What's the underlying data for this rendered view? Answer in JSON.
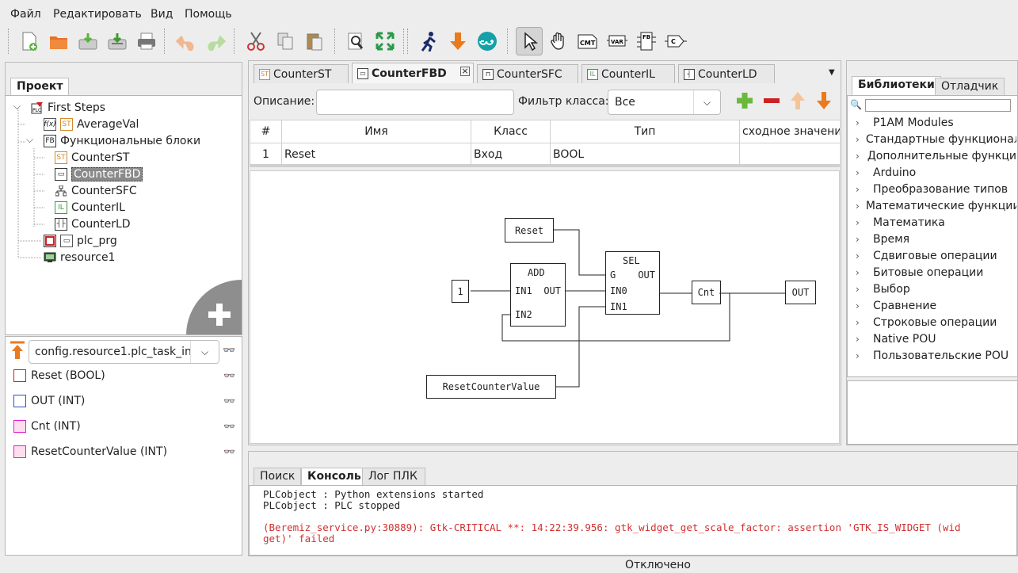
{
  "menu": [
    "Файл",
    "Редактировать",
    "Вид",
    "Помощь"
  ],
  "toolbar": {
    "icons": [
      "new-file-icon",
      "open-icon",
      "save-icon",
      "save-as-icon",
      "print-icon",
      "undo-icon",
      "redo-icon",
      "cut-icon",
      "copy-icon",
      "paste-icon",
      "search-icon",
      "fullscreen-icon",
      "run-icon",
      "download-icon",
      "arduino-icon",
      "pointer-icon",
      "hand-icon",
      "comment-icon",
      "variable-icon",
      "function-block-icon",
      "connection-icon"
    ]
  },
  "project": {
    "tab": "Проект",
    "tree": [
      {
        "label": "First Steps",
        "icon": "project-icon",
        "level": 0
      },
      {
        "label": "AverageVal",
        "icon": "function-icon",
        "level": 1
      },
      {
        "label": "Функциональные блоки",
        "icon": "fb-folder-icon",
        "level": 1
      },
      {
        "label": "CounterST",
        "icon": "st-icon",
        "level": 2
      },
      {
        "label": "CounterFBD",
        "icon": "fbd-icon",
        "level": 2,
        "selected": true
      },
      {
        "label": "CounterSFC",
        "icon": "sfc-icon",
        "level": 2
      },
      {
        "label": "CounterIL",
        "icon": "il-icon",
        "level": 2
      },
      {
        "label": "CounterLD",
        "icon": "ld-icon",
        "level": 2
      },
      {
        "label": "plc_prg",
        "icon": "program-icon",
        "level": 1
      },
      {
        "label": "resource1",
        "icon": "resource-icon",
        "level": 1
      }
    ]
  },
  "debug": {
    "instance": "config.resource1.plc_task_in",
    "vars": [
      {
        "label": "Reset (BOOL)",
        "color": "#cc2222"
      },
      {
        "label": "OUT (INT)",
        "color": "#2255cc"
      },
      {
        "label": "Cnt (INT)",
        "color": "#dd22cc"
      },
      {
        "label": "ResetCounterValue (INT)",
        "color": "#dd22cc"
      }
    ]
  },
  "editor": {
    "tabs": [
      "CounterST",
      "CounterFBD",
      "CounterSFC",
      "CounterIL",
      "CounterLD"
    ],
    "tab_icons": [
      "ST",
      "FBD",
      "SFC",
      "IL",
      "LD"
    ],
    "description_label": "Описание:",
    "description_value": "",
    "class_filter_label": "Фильтр класса:",
    "class_filter_value": "Все",
    "columns": [
      "#",
      "Имя",
      "Класс",
      "Тип",
      "сходное значени"
    ],
    "rows": [
      [
        "1",
        "Reset",
        "Вход",
        "BOOL",
        ""
      ]
    ]
  },
  "fbd": {
    "reset_var": "Reset",
    "const_1": "1",
    "add_title": "ADD",
    "add_in1": "IN1",
    "add_in2": "IN2",
    "add_out": "OUT",
    "sel_title": "SEL",
    "sel_g": "G",
    "sel_in0": "IN0",
    "sel_in1": "IN1",
    "sel_out": "OUT",
    "cnt_var": "Cnt",
    "out_var": "OUT",
    "reset_counter_var": "ResetCounterValue"
  },
  "library": {
    "tabs": [
      "Библиотеки",
      "Отладчик"
    ],
    "search_value": "",
    "items": [
      "P1AM Modules",
      "Стандартные функциональ",
      "Дополнительные функци",
      "Arduino",
      "Преобразование типов",
      "Математические функции",
      "Математика",
      "Время",
      "Сдвиговые операции",
      "Битовые операции",
      "Выбор",
      "Сравнение",
      "Строковые операции",
      "Native POU",
      "Пользовательские POU"
    ]
  },
  "bottom": {
    "tabs": [
      "Поиск",
      "Консоль",
      "Лог ПЛК"
    ],
    "console_lines": [
      "PLCobject : Python extensions started",
      "PLCobject : PLC stopped"
    ],
    "console_error": "(Beremiz_service.py:30889): Gtk-CRITICAL **: 14:22:39.956: gtk_widget_get_scale_factor: assertion 'GTK_IS_WIDGET (wid\nget)' failed",
    "error_color": "#d03030"
  },
  "status": "Отключено"
}
